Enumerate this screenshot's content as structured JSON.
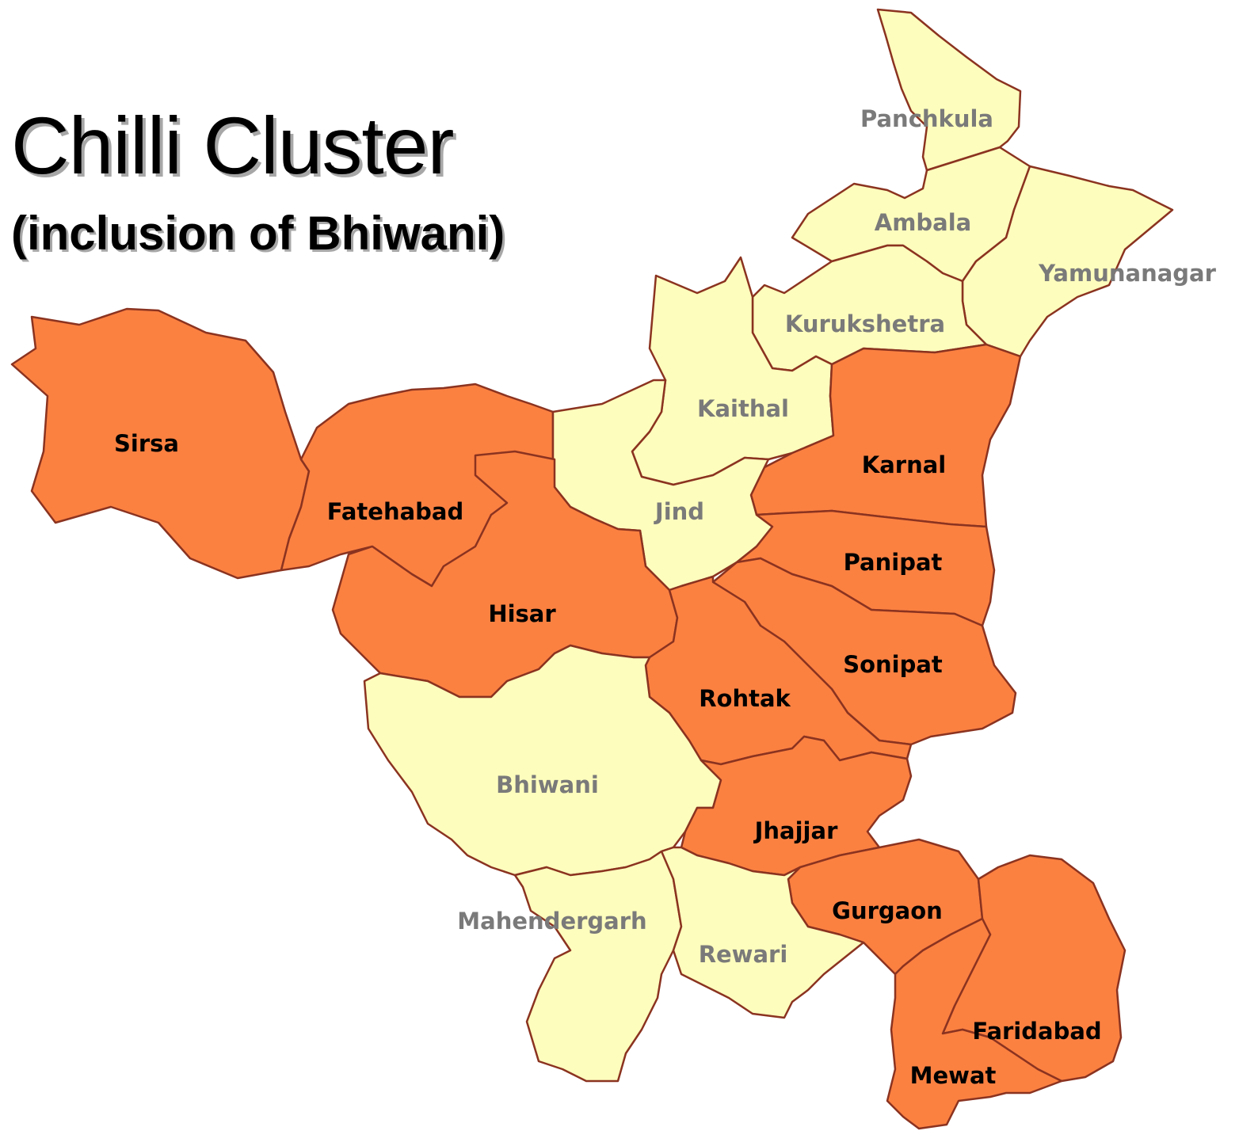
{
  "title": "Chilli Cluster",
  "subtitle": "(inclusion of Bhiwani)",
  "colors": {
    "cluster_fill": "#fb8141",
    "other_fill": "#fdfdbd",
    "border": "#8b3320",
    "cluster_label": "#000000",
    "other_label": "#7a7a7a"
  },
  "districts": [
    {
      "key": "panchkula",
      "name": "Panchkula",
      "in_cluster": false
    },
    {
      "key": "ambala",
      "name": "Ambala",
      "in_cluster": false
    },
    {
      "key": "yamunanagar",
      "name": "Yamunanagar",
      "in_cluster": false
    },
    {
      "key": "kurukshetra",
      "name": "Kurukshetra",
      "in_cluster": false
    },
    {
      "key": "kaithal",
      "name": "Kaithal",
      "in_cluster": false
    },
    {
      "key": "karnal",
      "name": "Karnal",
      "in_cluster": true
    },
    {
      "key": "sirsa",
      "name": "Sirsa",
      "in_cluster": true
    },
    {
      "key": "fatehabad",
      "name": "Fatehabad",
      "in_cluster": true
    },
    {
      "key": "jind",
      "name": "Jind",
      "in_cluster": false
    },
    {
      "key": "panipat",
      "name": "Panipat",
      "in_cluster": true
    },
    {
      "key": "hisar",
      "name": "Hisar",
      "in_cluster": true
    },
    {
      "key": "sonipat",
      "name": "Sonipat",
      "in_cluster": true
    },
    {
      "key": "rohtak",
      "name": "Rohtak",
      "in_cluster": true
    },
    {
      "key": "bhiwani",
      "name": "Bhiwani",
      "in_cluster": false
    },
    {
      "key": "jhajjar",
      "name": "Jhajjar",
      "in_cluster": true
    },
    {
      "key": "gurgaon",
      "name": "Gurgaon",
      "in_cluster": true
    },
    {
      "key": "mahendergarh",
      "name": "Mahendergarh",
      "in_cluster": false
    },
    {
      "key": "rewari",
      "name": "Rewari",
      "in_cluster": false
    },
    {
      "key": "faridabad",
      "name": "Faridabad",
      "in_cluster": true
    },
    {
      "key": "mewat",
      "name": "Mewat",
      "in_cluster": true
    }
  ]
}
